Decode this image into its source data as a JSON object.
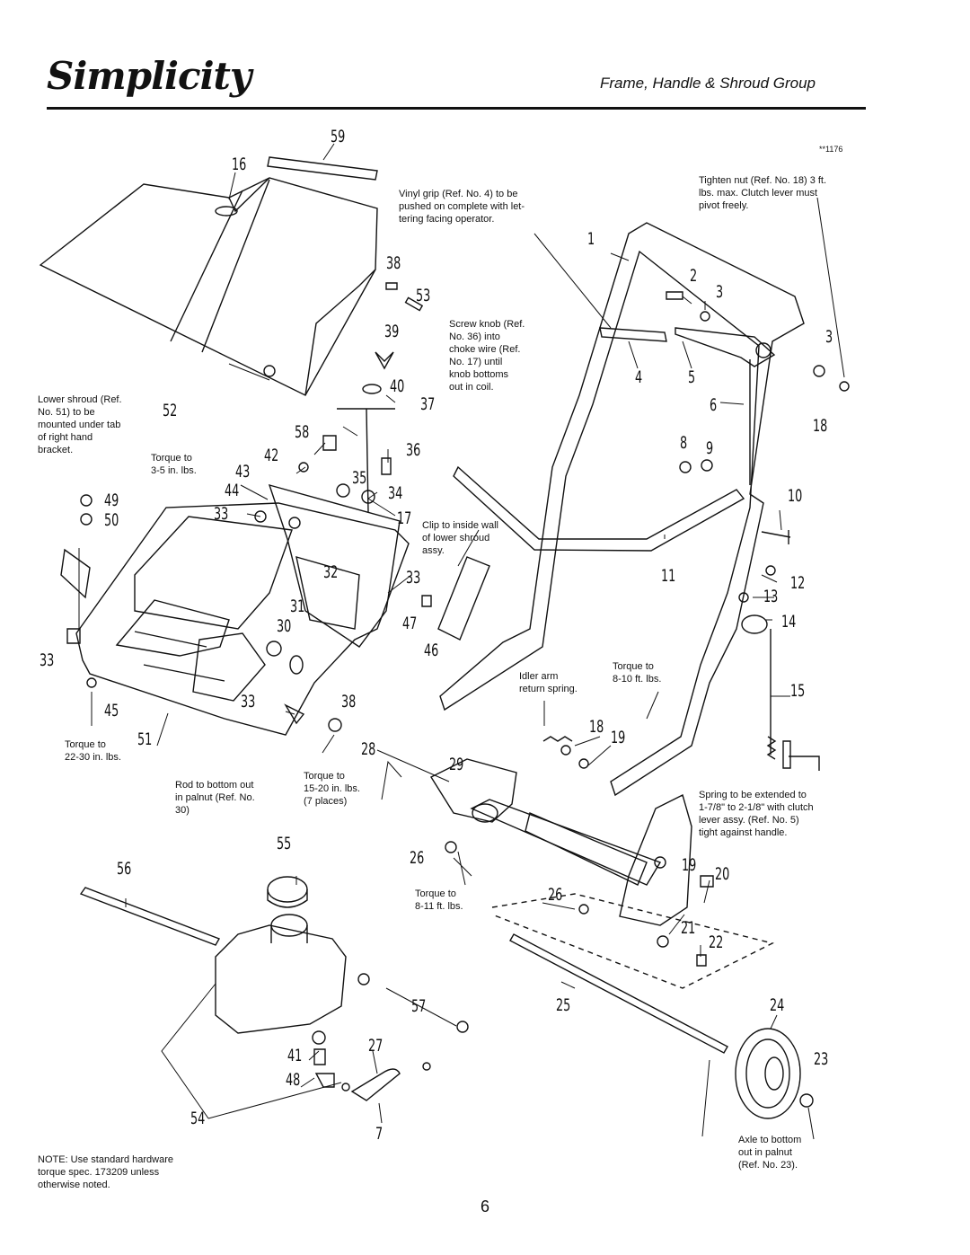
{
  "header": {
    "brand": "Simplicity",
    "section_title": "Frame, Handle & Shroud Group"
  },
  "drawing_code": "**1176",
  "page_number": "6",
  "notes": {
    "vinyl_grip": "Vinyl grip (Ref. No. 4) to be\npushed on complete with let-\ntering facing operator.",
    "tighten_nut": "Tighten nut (Ref. No. 18) 3 ft.\nlbs. max. Clutch lever must\npivot freely.",
    "screw_knob": "Screw knob (Ref.\nNo. 36) into\nchoke wire (Ref.\nNo. 17) until\nknob bottoms\nout in coil.",
    "lower_shroud": "Lower shroud (Ref.\nNo. 51) to be\nmounted under tab\nof right hand\nbracket.",
    "torque_3_5": "Torque to\n3-5 in. lbs.",
    "clip": "Clip to inside wall\nof lower shroud\nassy.",
    "idler": "Idler arm\nreturn spring.",
    "torque_8_10": "Torque to\n8-10 ft. lbs.",
    "torque_22_30": "Torque to\n22-30 in. lbs.",
    "rod": "Rod to bottom out\nin palnut (Ref. No.\n30)",
    "torque_15_20": "Torque to\n15-20 in. lbs.\n(7 places)",
    "spring": "Spring to be extended to\n1-7/8\" to 2-1/8\" with clutch\nlever assy. (Ref. No. 5)\ntight against handle.",
    "torque_8_11": "Torque to\n8-11 ft. lbs.",
    "axle": "Axle to bottom\nout in palnut\n(Ref. No. 23).",
    "hardware": "NOTE: Use standard hardware\ntorque spec. 173209 unless\notherwise noted."
  },
  "part_numbers": [
    "59",
    "16",
    "38",
    "53",
    "39",
    "40",
    "37",
    "36",
    "35",
    "34",
    "17",
    "52",
    "58",
    "42",
    "43",
    "44",
    "49",
    "50",
    "33",
    "32",
    "31",
    "30",
    "47",
    "46",
    "45",
    "51",
    "28",
    "29",
    "26",
    "55",
    "56",
    "57",
    "41",
    "48",
    "27",
    "54",
    "7",
    "1",
    "2",
    "3",
    "4",
    "5",
    "6",
    "8",
    "9",
    "10",
    "11",
    "12",
    "13",
    "14",
    "15",
    "18",
    "19",
    "20",
    "21",
    "22",
    "23",
    "24",
    "25"
  ]
}
